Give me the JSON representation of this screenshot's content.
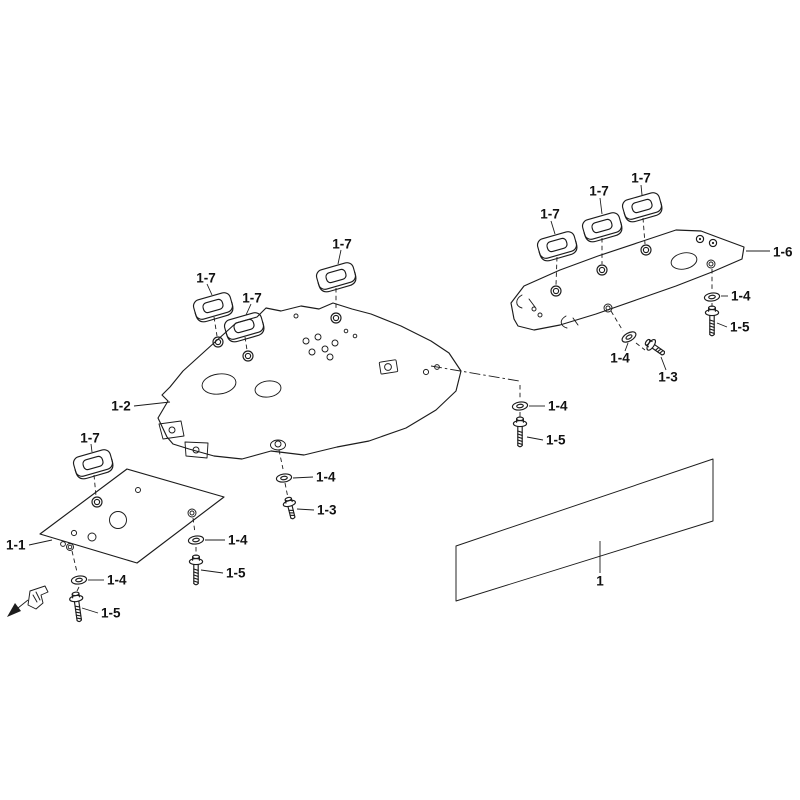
{
  "figure": {
    "ink_color": "#1c1c1c",
    "background_color": "#ffffff"
  },
  "callouts": {
    "assembly": "1",
    "plate_front": "1-1",
    "plate_center": "1-2",
    "bolt_small": "1-3",
    "washer": "1-4",
    "bolt_flange": "1-5",
    "plate_rear": "1-6",
    "cushion": "1-7"
  }
}
